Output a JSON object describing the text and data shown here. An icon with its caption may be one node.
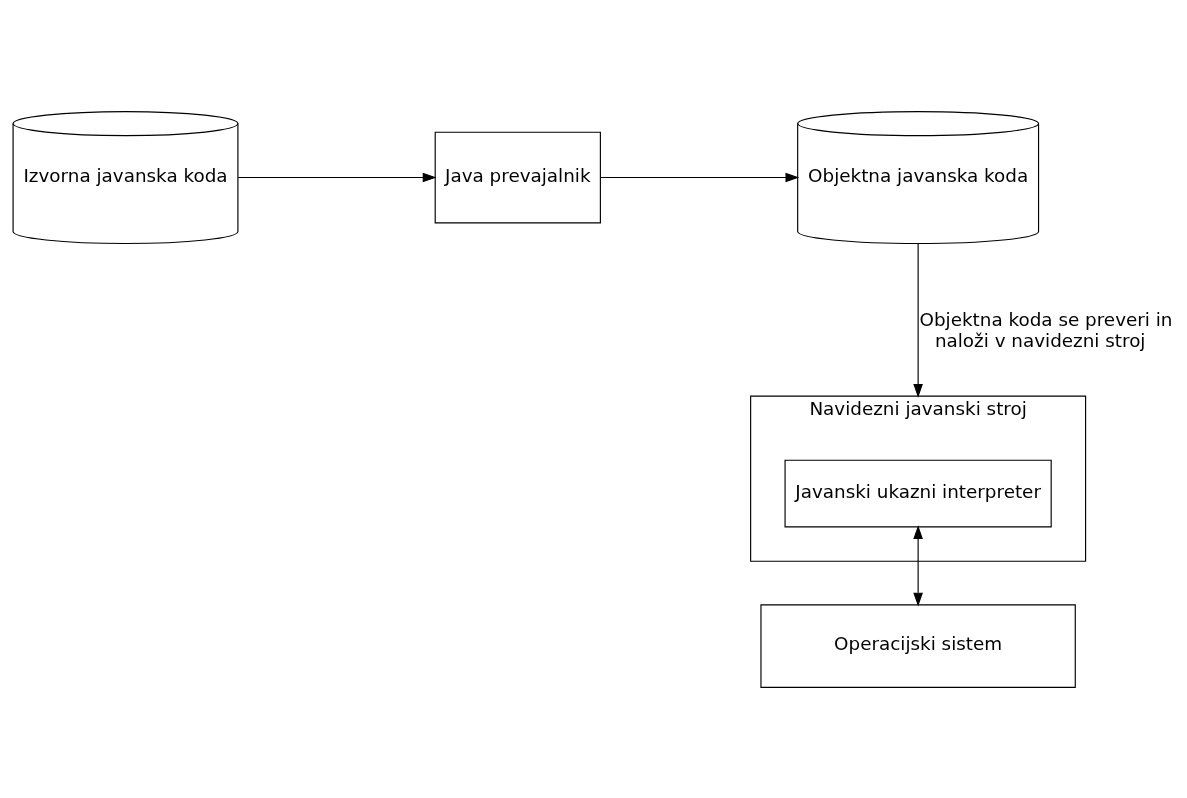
{
  "diagram": {
    "nodes": [
      {
        "text": [
          "Izvorna javanska koda"
        ]
      },
      {
        "text": [
          "Java prevajalnik"
        ]
      },
      {
        "text": [
          "Objektna javanska koda"
        ]
      },
      {
        "text": [
          "Navidezni javanski stroj"
        ]
      },
      {
        "text": [
          "Javanski ukazni interpreter"
        ],
        "in": 3
      },
      {
        "text": [
          "Operacijski sistem"
        ]
      }
    ],
    "edges": [
      {
        "from": 0,
        "to": 1,
        "arrow": "to"
      },
      {
        "from": 1,
        "to": 2,
        "arrow": "to"
      },
      {
        "from": 2,
        "to": 3,
        "arrow": "to",
        "label": "Objektna koda se preveri in naloži v navidezni stroj"
      },
      {
        "from": 4,
        "to": 5,
        "arrow": "both"
      }
    ]
  }
}
